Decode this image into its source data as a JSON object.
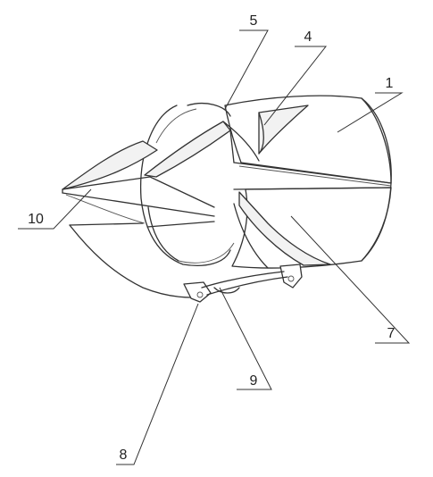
{
  "callouts": [
    {
      "id": "1",
      "text": "1"
    },
    {
      "id": "4",
      "text": "4"
    },
    {
      "id": "5",
      "text": "5"
    },
    {
      "id": "7",
      "text": "7"
    },
    {
      "id": "8",
      "text": "8"
    },
    {
      "id": "9",
      "text": "9"
    },
    {
      "id": "10",
      "text": "10"
    }
  ]
}
